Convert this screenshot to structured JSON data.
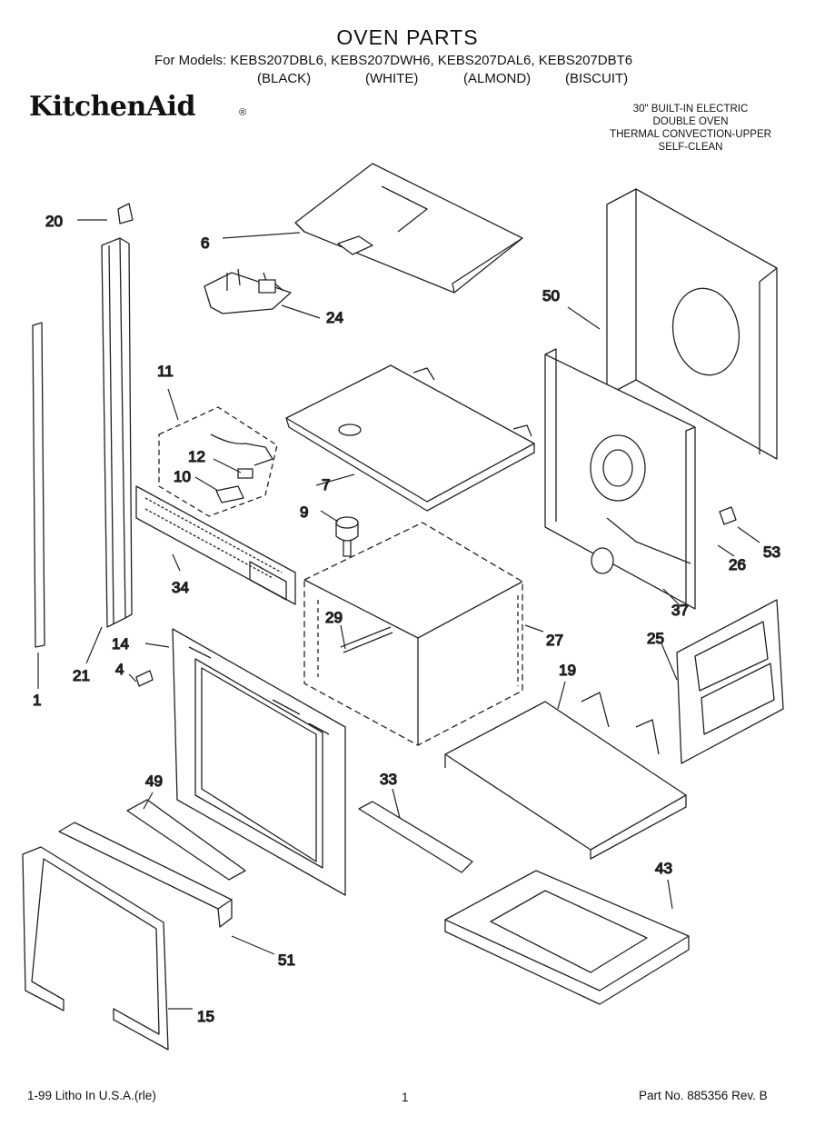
{
  "header": {
    "title": "OVEN PARTS",
    "models_line": "For Models: KEBS207DBL6, KEBS207DWH6, KEBS207DAL6, KEBS207DBT6",
    "colors": [
      "(BLACK)",
      "(WHITE)",
      "(ALMOND)",
      "(BISCUIT)"
    ]
  },
  "brand": {
    "name": "KitchenAid",
    "mark": "®"
  },
  "description": [
    "30\" BUILT-IN ELECTRIC",
    "DOUBLE OVEN",
    "THERMAL CONVECTION-UPPER",
    "SELF-CLEAN"
  ],
  "callouts": [
    "20",
    "6",
    "24",
    "50",
    "11",
    "12",
    "10",
    "7",
    "9",
    "34",
    "53",
    "26",
    "37",
    "29",
    "27",
    "25",
    "14",
    "4",
    "21",
    "1",
    "19",
    "49",
    "33",
    "43",
    "51",
    "15"
  ],
  "footer": {
    "left": "1-99 Litho In U.S.A.(rle)",
    "page": "1",
    "right": "Part No. 885356 Rev. B"
  }
}
